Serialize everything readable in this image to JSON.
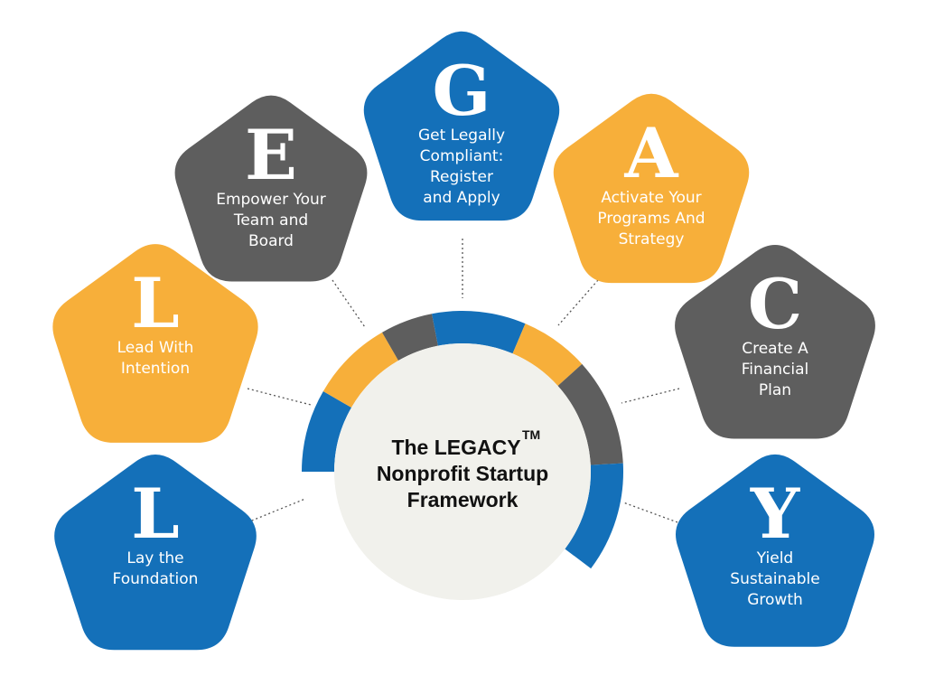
{
  "colors": {
    "blue": "#1470B9",
    "orange": "#F7AF3A",
    "gray": "#5E5E5E",
    "center_fill": "#F1F1EC"
  },
  "title": {
    "line1": "The LEGACY",
    "trademark": "TM",
    "line2": "Nonprofit Startup",
    "line3": "Framework"
  },
  "nodes": [
    {
      "id": "lay",
      "letter": "L",
      "color": "blue",
      "lines": [
        "Lay the",
        "Foundation"
      ]
    },
    {
      "id": "lead",
      "letter": "L",
      "color": "orange",
      "lines": [
        "Lead With",
        "Intention"
      ]
    },
    {
      "id": "empower",
      "letter": "E",
      "color": "gray",
      "lines": [
        "Empower Your",
        "Team and",
        "Board"
      ]
    },
    {
      "id": "legal",
      "letter": "G",
      "color": "blue",
      "lines": [
        "Get Legally",
        "Compliant:",
        "Register",
        "and Apply"
      ]
    },
    {
      "id": "activate",
      "letter": "A",
      "color": "orange",
      "lines": [
        "Activate Your",
        "Programs And",
        "Strategy"
      ]
    },
    {
      "id": "create",
      "letter": "C",
      "color": "gray",
      "lines": [
        "Create A",
        "Financial",
        "Plan"
      ]
    },
    {
      "id": "yield",
      "letter": "Y",
      "color": "blue",
      "lines": [
        "Yield",
        "Sustainable",
        "Growth"
      ]
    }
  ]
}
